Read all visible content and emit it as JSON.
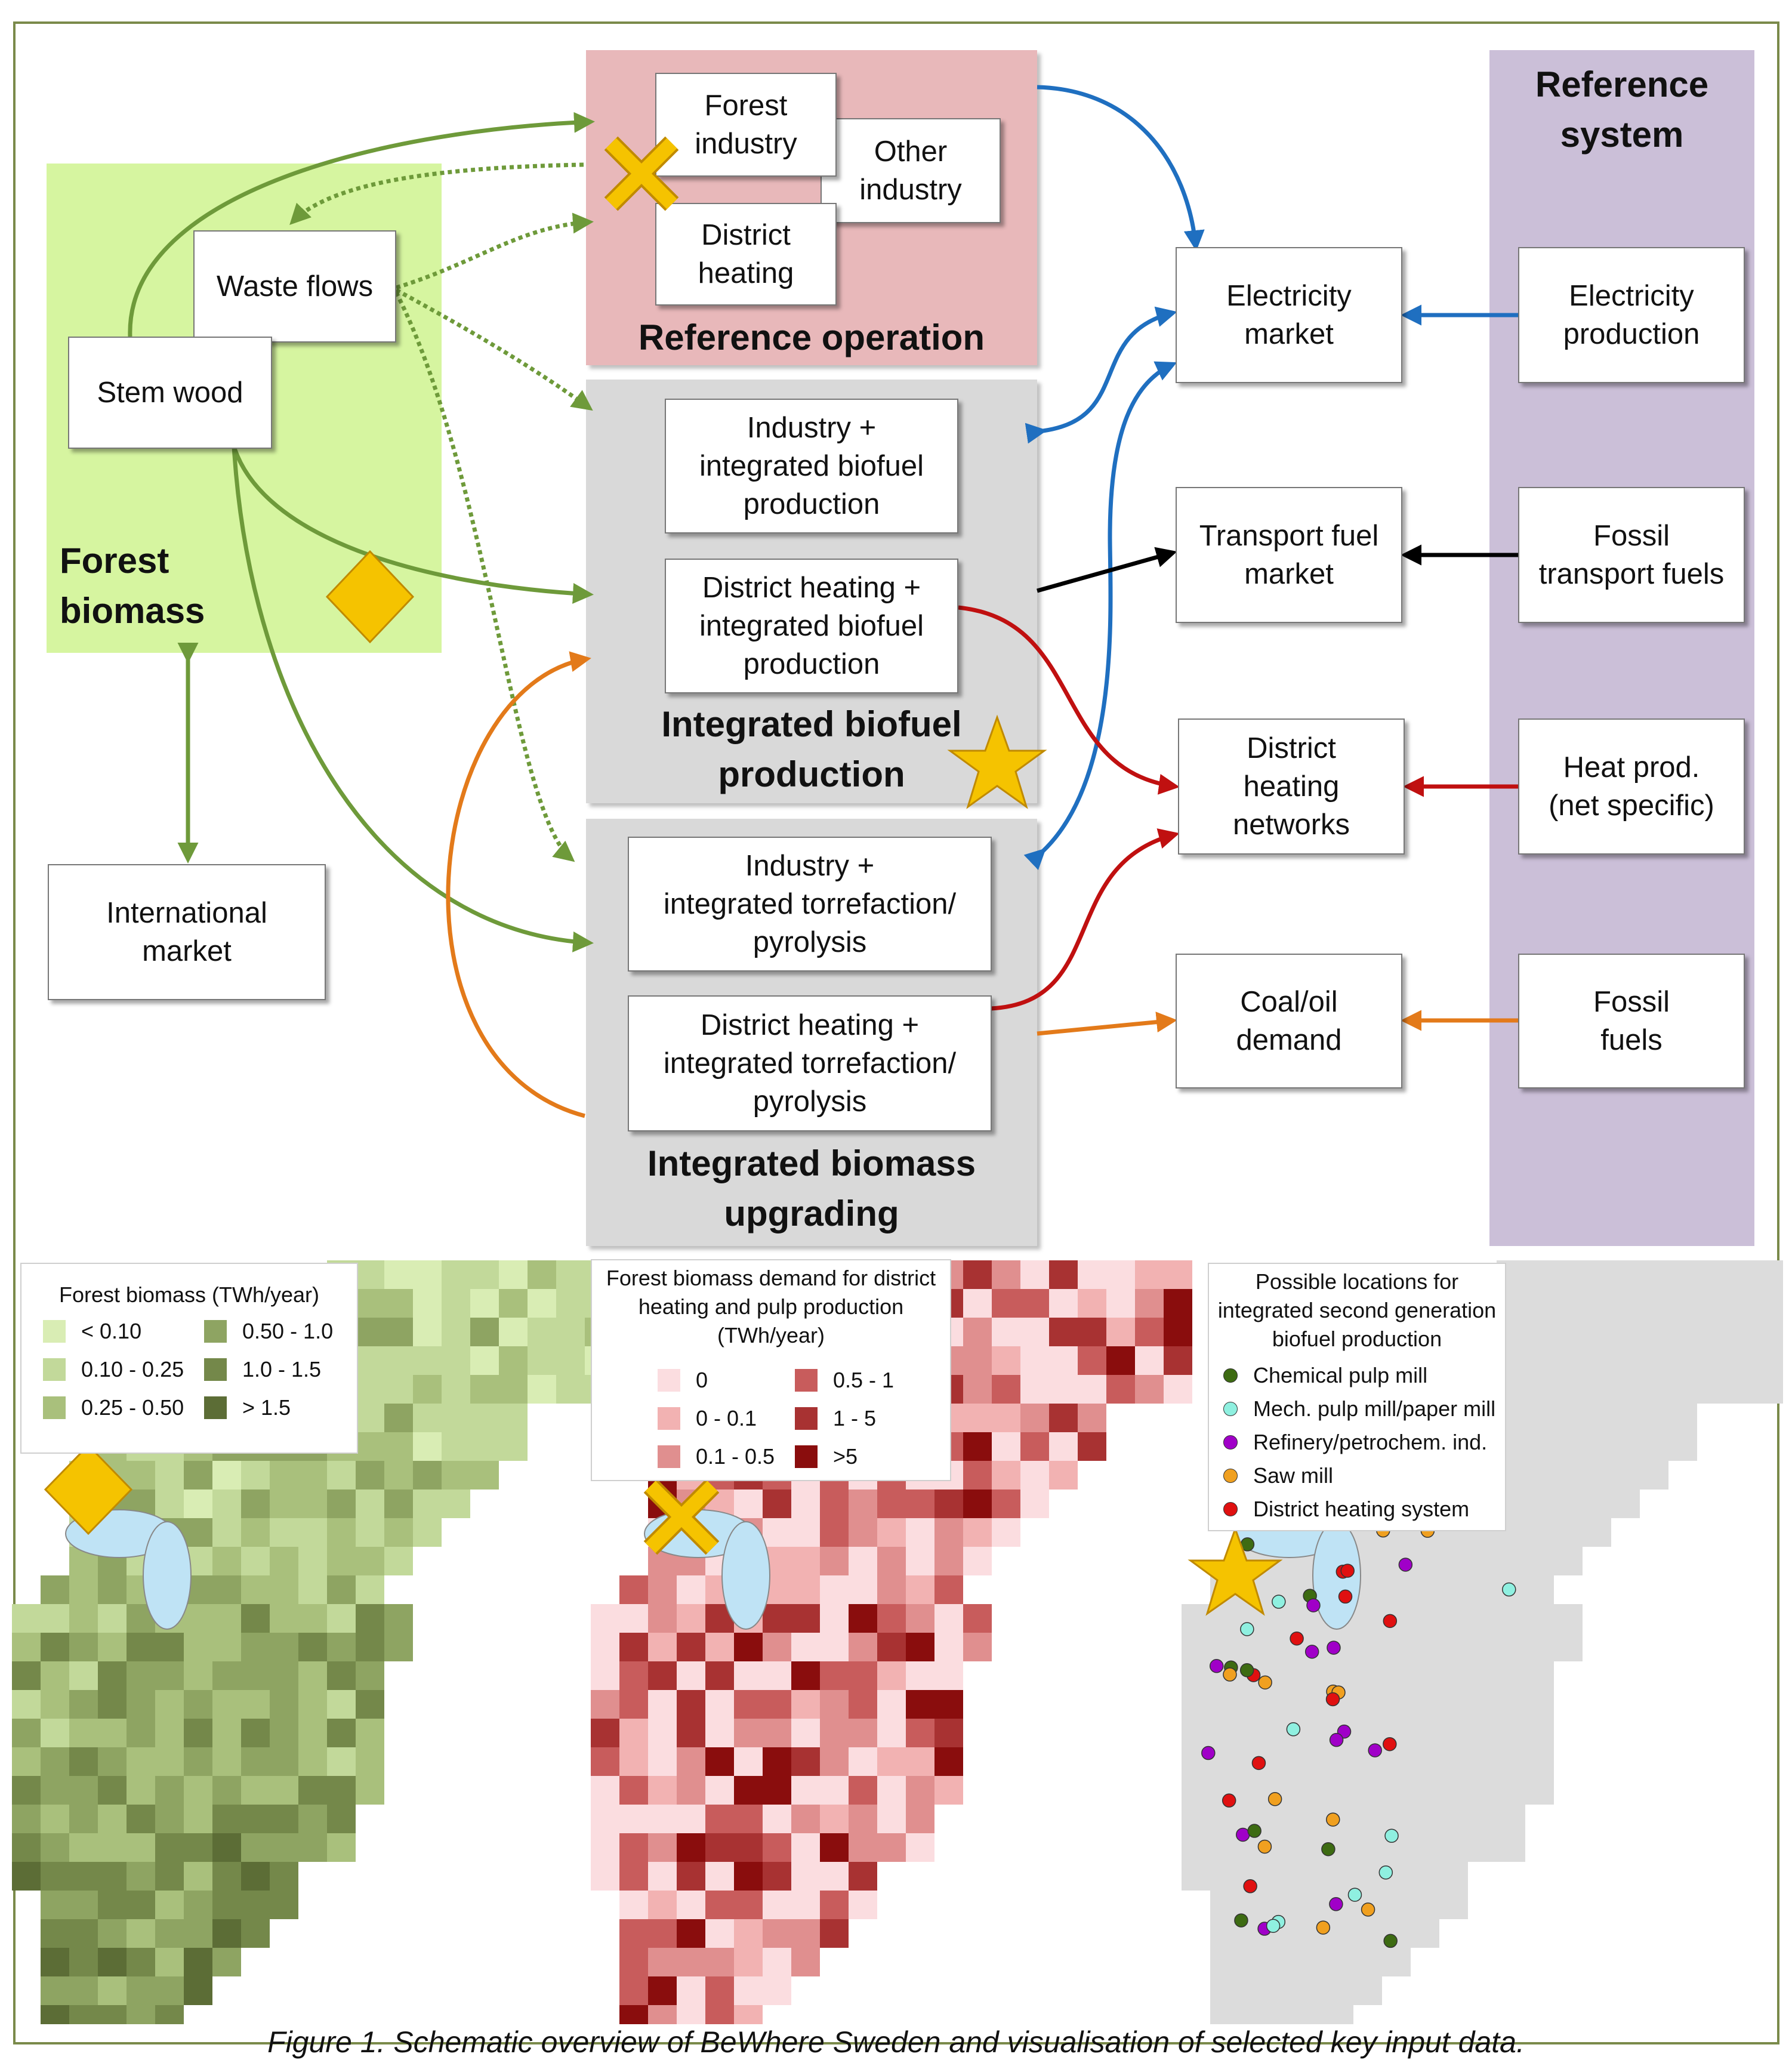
{
  "diagram": {
    "panels": {
      "forest_biomass": "Forest\nbiomass",
      "reference_operation": "Reference operation",
      "integrated_biofuel": "Integrated biofuel\nproduction",
      "integrated_upgrading": "Integrated biomass\nupgrading",
      "reference_system": "Reference\nsystem"
    },
    "boxes": {
      "forest_industry": "Forest\nindustry",
      "other_industry": "Other\nindustry",
      "district_heating": "District\nheating",
      "waste_flows": "Waste flows",
      "stem_wood": "Stem wood",
      "international_market": "International\nmarket",
      "industry_biofuel": "Industry +\nintegrated biofuel\nproduction",
      "dh_biofuel": "District heating +\nintegrated biofuel\nproduction",
      "industry_torrefaction": "Industry +\nintegrated torrefaction/\npyrolysis",
      "dh_torrefaction": "District heating +\nintegrated torrefaction/\npyrolysis",
      "electricity_market": "Electricity\nmarket",
      "transport_fuel_market": "Transport fuel\nmarket",
      "dh_networks": "District\nheating\nnetworks",
      "coal_oil_demand": "Coal/oil\ndemand",
      "electricity_production": "Electricity\nproduction",
      "fossil_transport_fuels": "Fossil\ntransport fuels",
      "heat_prod": "Heat prod.\n(net specific)",
      "fossil_fuels": "Fossil\nfuels"
    },
    "colors": {
      "forest_green": "#6e9a3a",
      "electricity_blue": "#1f6fc0",
      "heat_red": "#c01010",
      "coal_orange": "#e37a1a",
      "transport_black": "#000000",
      "forest_panel": "#d6f5a0",
      "reference_operation_panel": "#e8b8ba",
      "integrated_panel": "#d9d9d9",
      "reference_system_panel": "#cbbfd8"
    },
    "markers": {
      "forest_biomass_marker": "diamond-icon",
      "reference_operation_marker": "cross-icon",
      "integrated_biofuel_marker": "star-icon"
    }
  },
  "maps": {
    "biomass": {
      "title": "Forest biomass (TWh/year)",
      "classes": [
        {
          "label": "< 0.10",
          "color": "#d9edb4"
        },
        {
          "label": "0.10 - 0.25",
          "color": "#c2d99a"
        },
        {
          "label": "0.25 - 0.50",
          "color": "#a9c07c"
        },
        {
          "label": "0.50 - 1.0",
          "color": "#8ea462"
        },
        {
          "label": "1.0 - 1.5",
          "color": "#74884a"
        },
        {
          "label": "> 1.5",
          "color": "#5c6d36"
        }
      ]
    },
    "demand": {
      "title": "Forest biomass demand for district\nheating and pulp production\n(TWh/year)",
      "classes": [
        {
          "label": "0",
          "color": "#fbdde0"
        },
        {
          "label": "0 - 0.1",
          "color": "#f2b2b2"
        },
        {
          "label": "0.1 - 0.5",
          "color": "#e08f8f"
        },
        {
          "label": "0.5 - 1",
          "color": "#c85c5c"
        },
        {
          "label": "1 - 5",
          "color": "#a83232"
        },
        {
          "label": ">5",
          "color": "#8a0d0d"
        }
      ]
    },
    "locations": {
      "title": "Possible locations for\nintegrated second generation\nbiofuel production",
      "categories": [
        {
          "label": "Chemical pulp mill",
          "color": "#3d6b12"
        },
        {
          "label": "Mech. pulp mill/paper mill",
          "color": "#8ff0e0"
        },
        {
          "label": "Refinery/petrochem. ind.",
          "color": "#a000c8"
        },
        {
          "label": "Saw mill",
          "color": "#f0a020"
        },
        {
          "label": "District heating system",
          "color": "#e01010"
        }
      ]
    }
  },
  "caption": "Figure 1. Schematic overview of BeWhere Sweden and visualisation of selected key input data."
}
